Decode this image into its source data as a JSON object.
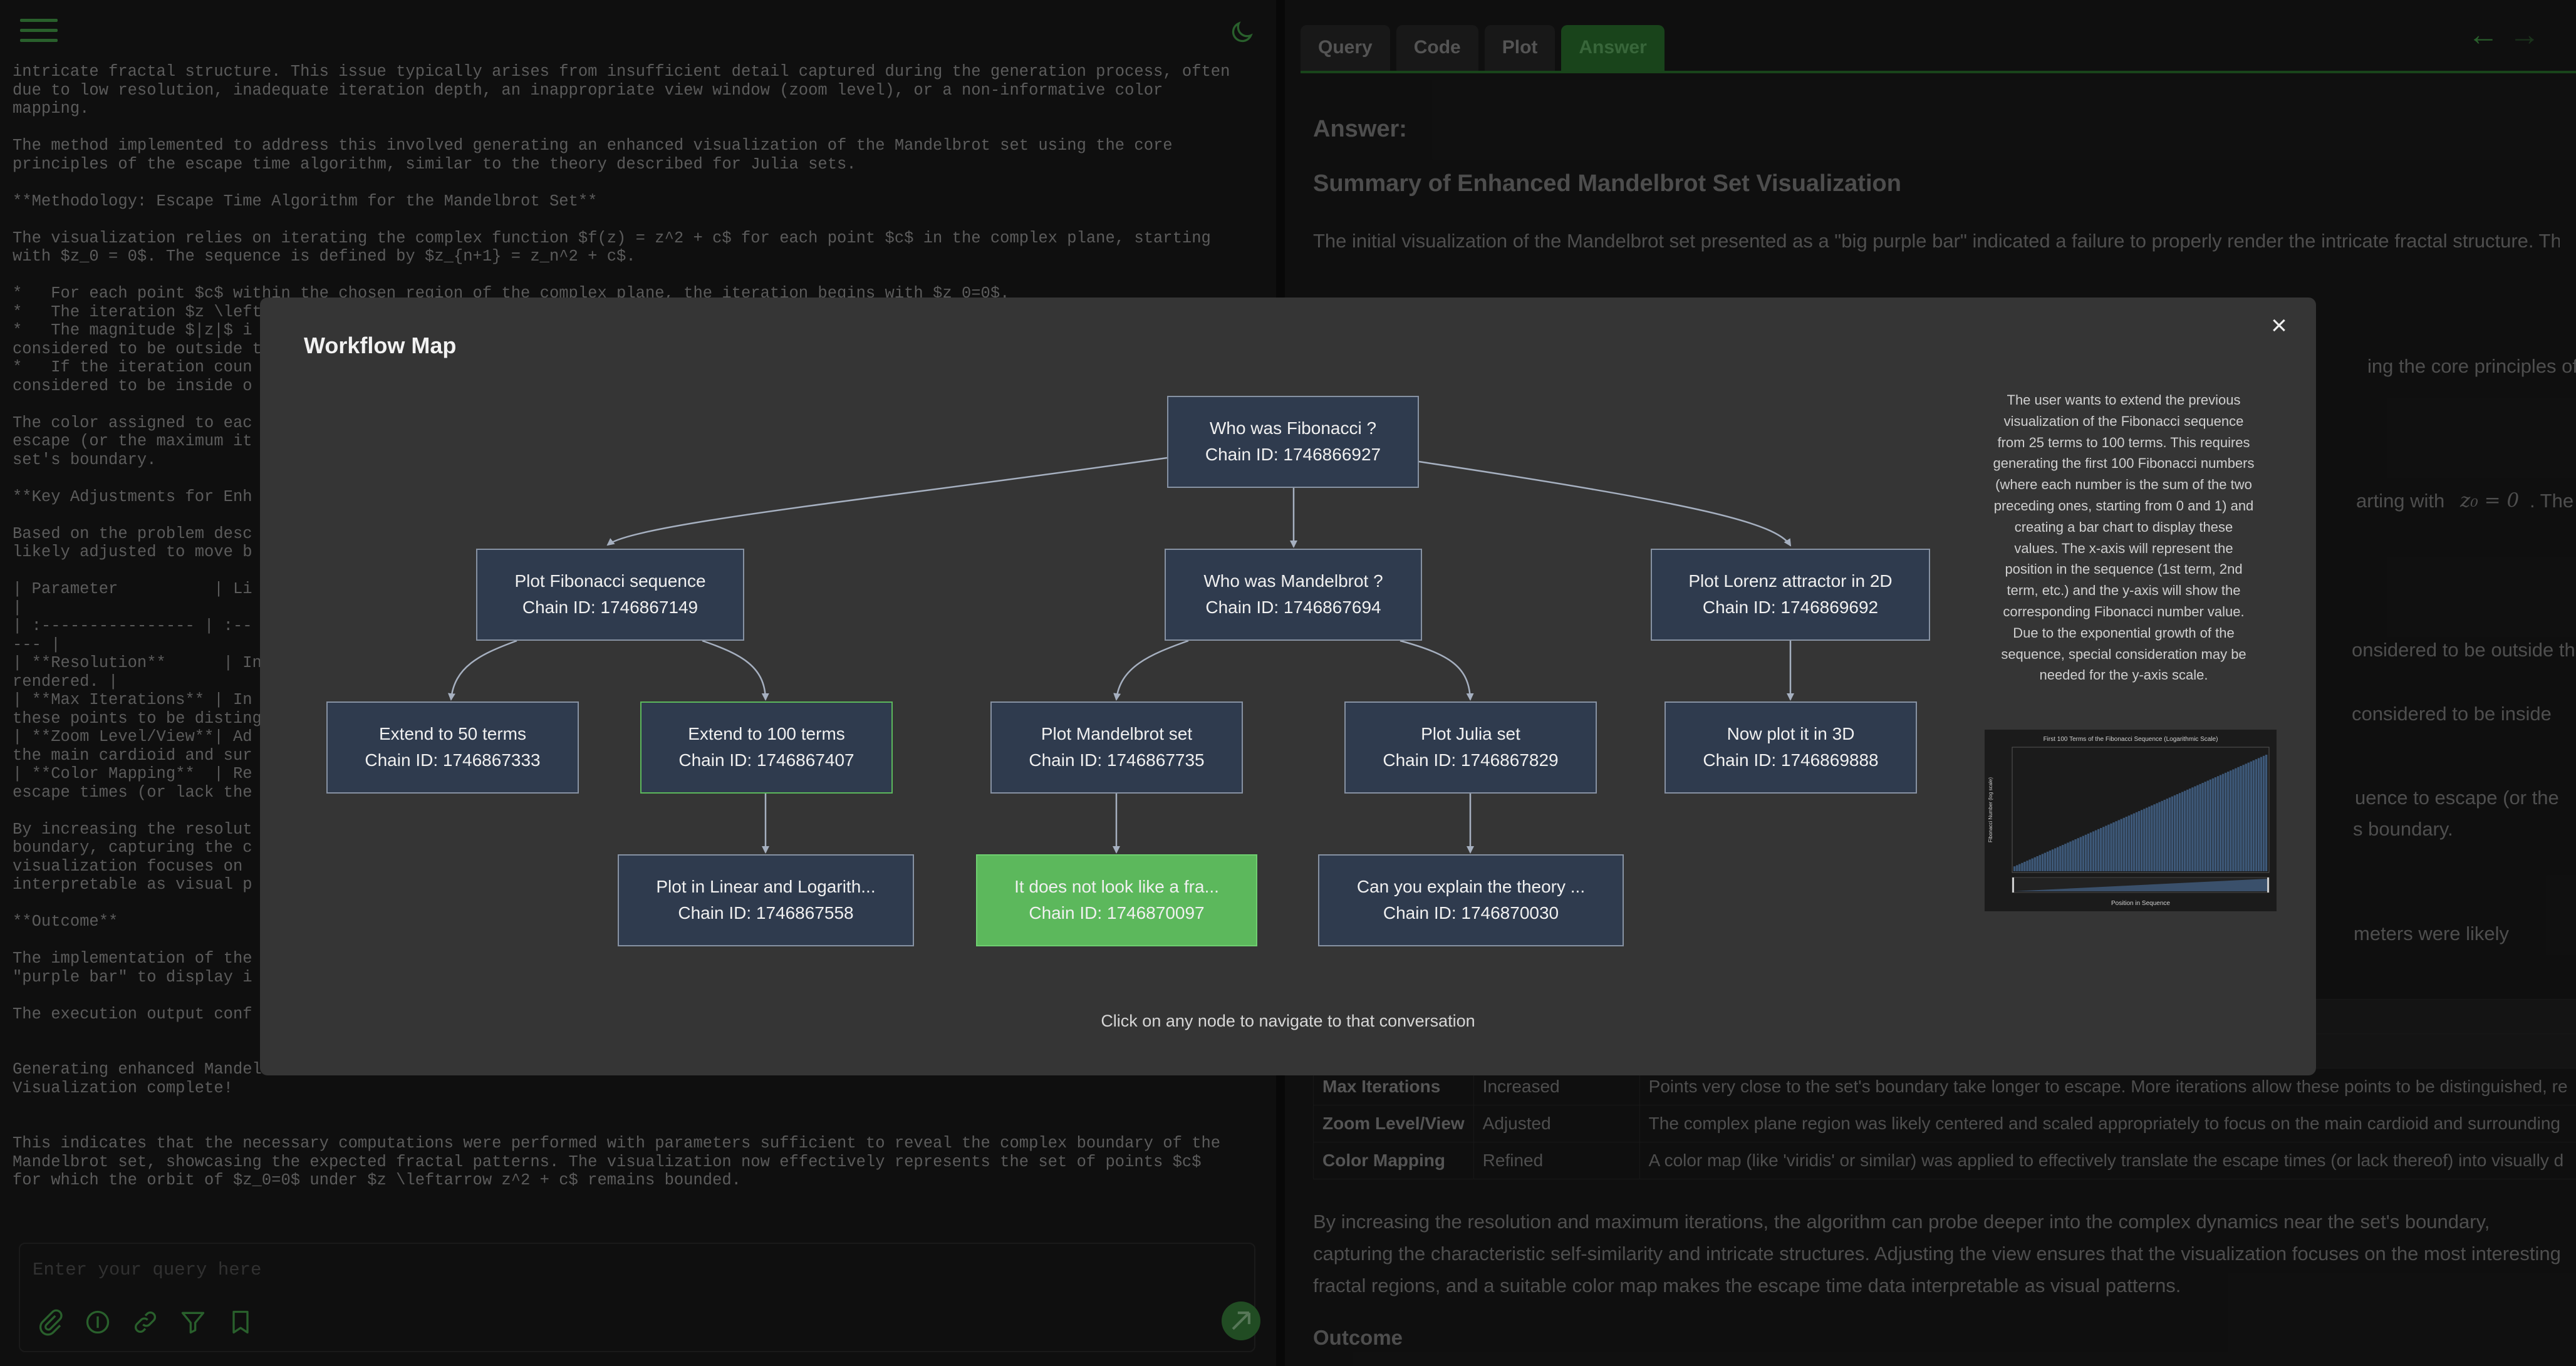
{
  "left": {
    "text_lines": [
      "intricate fractal structure. This issue typically arises from insufficient detail captured during the generation process, often",
      "due to low resolution, inadequate iteration depth, an inappropriate view window (zoom level), or a non-informative color",
      "mapping.",
      "",
      "The method implemented to address this involved generating an enhanced visualization of the Mandelbrot set using the core",
      "principles of the escape time algorithm, similar to the theory described for Julia sets.",
      "",
      "**Methodology: Escape Time Algorithm for the Mandelbrot Set**",
      "",
      "The visualization relies on iterating the complex function $f(z) = z^2 + c$ for each point $c$ in the complex plane, starting",
      "with $z_0 = 0$. The sequence is defined by $z_{n+1} = z_n^2 + c$.",
      "",
      "*   For each point $c$ within the chosen region of the complex plane, the iteration begins with $z_0=0$.",
      "*   The iteration $z \\leftarrow",
      "*   The magnitude $|z|$ i",
      "considered to be outside t",
      "*   If the iteration coun",
      "considered to be inside o",
      "",
      "The color assigned to eac",
      "escape (or the maximum it",
      "set's boundary.",
      "",
      "**Key Adjustments for Enh",
      "",
      "Based on the problem desc",
      "likely adjusted to move b",
      "",
      "| Parameter          | Li",
      "|",
      "| :---------------- | :--",
      "--- |",
      "| **Resolution**      | In",
      "rendered. |",
      "| **Max Iterations** | In",
      "these points to be disting",
      "| **Zoom Level/View**| Ad",
      "the main cardioid and sur",
      "| **Color Mapping**  | Re",
      "escape times (or lack the",
      "",
      "By increasing the resolut",
      "boundary, capturing the c",
      "visualization focuses on",
      "interpretable as visual p",
      "",
      "**Outcome**",
      "",
      "The implementation of the",
      "\"purple bar\" to display i",
      "",
      "The execution output conf",
      "",
      "",
      "Generating enhanced Mandelbrot set visualization...",
      "Visualization complete!",
      "",
      "",
      "This indicates that the necessary computations were performed with parameters sufficient to reveal the complex boundary of the",
      "Mandelbrot set, showcasing the expected fractal patterns. The visualization now effectively represents the set of points $c$",
      "for which the orbit of $z_0=0$ under $z \\leftarrow z^2 + c$ remains bounded."
    ],
    "query_placeholder": "Enter your query here"
  },
  "right": {
    "tabs": [
      "Query",
      "Code",
      "Plot",
      "Answer"
    ],
    "answer_heading": "Answer:",
    "summary_heading": "Summary of Enhanced Mandelbrot Set Visualization",
    "para1": "The initial visualization of the Mandelbrot set presented as a \"big purple bar\" indicated a failure to properly render the intricate fractal structure. This issue typically arises from insufficient detail captured during the generation process, often due to low resolution, inadequate",
    "fragments": [
      "ing the core principles of",
      "arting with",
      ". The",
      "onsidered to be outside the",
      "considered to be inside",
      "uence to escape (or the",
      "s boundary.",
      "meters were likely"
    ],
    "math_z0": "z₀ = 0",
    "table": [
      {
        "param": "Max Iterations",
        "status": "Increased",
        "desc": "Points very close to the set's boundary take longer to escape. More iterations allow these points to be distinguished, re"
      },
      {
        "param": "Zoom Level/View",
        "status": "Adjusted",
        "desc": "The complex plane region was likely centered and scaled appropriately to focus on the main cardioid and surrounding"
      },
      {
        "param": "Color Mapping",
        "status": "Refined",
        "desc": "A color map (like 'viridis' or similar) was applied to effectively translate the escape times (or lack thereof) into visually d"
      }
    ],
    "para_after": "By increasing the resolution and maximum iterations, the algorithm can probe deeper into the complex dynamics near the set's boundary, capturing the characteristic self-similarity and intricate structures. Adjusting the view ensures that the visualization focuses on the most interesting fractal regions, and a suitable color map makes the escape time data interpretable as visual patterns.",
    "outcome_heading": "Outcome"
  },
  "modal": {
    "title": "Workflow Map",
    "close": "×",
    "footer": "Click on any node to navigate to that conversation",
    "nodes": [
      {
        "id": "n1",
        "label": "Who was Fibonacci ?",
        "chain": "Chain ID: 1746866927"
      },
      {
        "id": "n2",
        "label": "Plot Fibonacci sequence",
        "chain": "Chain ID: 1746867149"
      },
      {
        "id": "n3",
        "label": "Who was Mandelbrot ?",
        "chain": "Chain ID: 1746867694"
      },
      {
        "id": "n4",
        "label": "Plot Lorenz attractor in 2D",
        "chain": "Chain ID: 1746869692"
      },
      {
        "id": "n5",
        "label": "Extend to 50 terms",
        "chain": "Chain ID: 1746867333"
      },
      {
        "id": "n6",
        "label": "Extend to 100 terms",
        "chain": "Chain ID: 1746867407"
      },
      {
        "id": "n7",
        "label": "Plot Mandelbrot set",
        "chain": "Chain ID: 1746867735"
      },
      {
        "id": "n8",
        "label": "Plot Julia set",
        "chain": "Chain ID: 1746867829"
      },
      {
        "id": "n9",
        "label": "Now plot it in 3D",
        "chain": "Chain ID: 1746869888"
      },
      {
        "id": "n10",
        "label": "Plot in Linear and Logarith...",
        "chain": "Chain ID: 1746867558"
      },
      {
        "id": "n11",
        "label": "It does not look like a fra...",
        "chain": "Chain ID: 1746870097"
      },
      {
        "id": "n12",
        "label": "Can you explain the theory ...",
        "chain": "Chain ID: 1746870030"
      }
    ],
    "preview_text": "The user wants to extend the previous visualization of the Fibonacci sequence from 25 terms to 100 terms. This requires generating the first 100 Fibonacci numbers (where each number is the sum of the two preceding ones, starting from 0 and 1) and creating a bar chart to display these values. The x-axis will represent the position in the sequence (1st term, 2nd term, etc.) and the y-axis will show the corresponding Fibonacci number value. Due to the exponential growth of the sequence, special consideration may be needed for the y-axis scale.",
    "preview_chart": {
      "title": "First 100 Terms of the Fibonacci Sequence (Logarithmic Scale)",
      "xlabel": "Position in Sequence",
      "ylabel": "Fibonacci Number (log scale)"
    }
  },
  "colors": {
    "accent": "#4caf50",
    "accent_dark": "#2e7d32",
    "node_bg": "#2f3b4e",
    "node_current": "#5cb85c"
  }
}
